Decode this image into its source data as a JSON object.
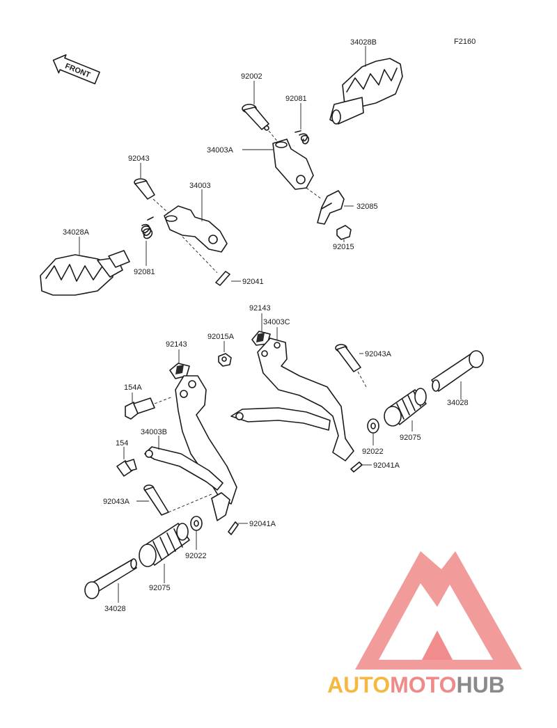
{
  "diagram": {
    "code": "F2160",
    "front_label": "FRONT",
    "parts": [
      {
        "id": "p34028B",
        "label": "34028B"
      },
      {
        "id": "p92002",
        "label": "92002"
      },
      {
        "id": "p92081a",
        "label": "92081"
      },
      {
        "id": "p34003A",
        "label": "34003A"
      },
      {
        "id": "p32085",
        "label": "32085"
      },
      {
        "id": "p92015",
        "label": "92015"
      },
      {
        "id": "p92043",
        "label": "92043"
      },
      {
        "id": "p34003",
        "label": "34003"
      },
      {
        "id": "p34028A",
        "label": "34028A"
      },
      {
        "id": "p92081b",
        "label": "92081"
      },
      {
        "id": "p92041",
        "label": "92041"
      },
      {
        "id": "p92143a",
        "label": "92143"
      },
      {
        "id": "p34003C",
        "label": "34003C"
      },
      {
        "id": "p92143b",
        "label": "92143"
      },
      {
        "id": "p92015A",
        "label": "92015A"
      },
      {
        "id": "p92043Aa",
        "label": "92043A"
      },
      {
        "id": "p154A",
        "label": "154A"
      },
      {
        "id": "p34028a",
        "label": "34028"
      },
      {
        "id": "p34003B",
        "label": "34003B"
      },
      {
        "id": "p92022a",
        "label": "92022"
      },
      {
        "id": "p92075a",
        "label": "92075"
      },
      {
        "id": "p154",
        "label": "154"
      },
      {
        "id": "p92041Aa",
        "label": "92041A"
      },
      {
        "id": "p92043Ab",
        "label": "92043A"
      },
      {
        "id": "p92041Ab",
        "label": "92041A"
      },
      {
        "id": "p92022b",
        "label": "92022"
      },
      {
        "id": "p92075b",
        "label": "92075"
      },
      {
        "id": "p34028b",
        "label": "34028"
      }
    ]
  },
  "watermark": {
    "text_part1": "AUTO",
    "text_part2": "MOTO",
    "text_part3": "HUB",
    "color_orange": "#f5b942",
    "color_red": "#f08a8a",
    "color_gray": "#8a8a8a"
  }
}
